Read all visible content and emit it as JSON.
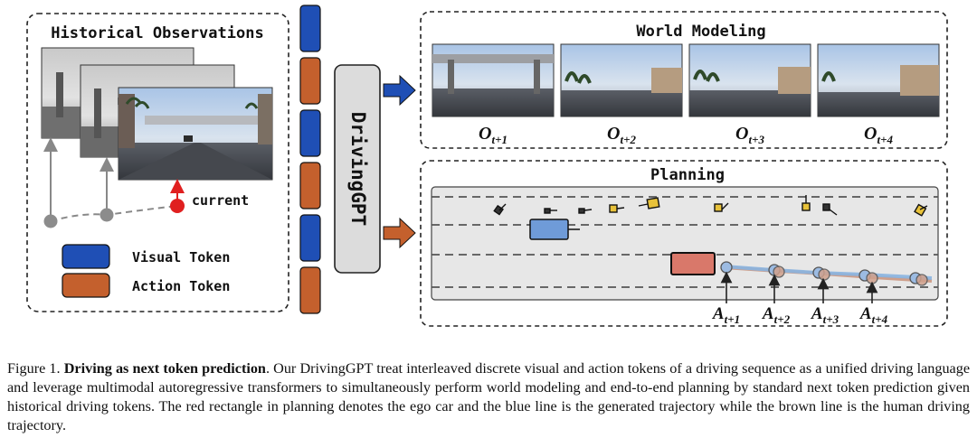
{
  "figure": {
    "history": {
      "title": "Historical Observations",
      "current_label": "current",
      "legend": [
        {
          "label": "Visual Token",
          "color": "#1f4fb5"
        },
        {
          "label": "Action Token",
          "color": "#c4602d"
        }
      ]
    },
    "model_label": "DrivingGPT",
    "world": {
      "title": "World Modeling",
      "frame_symbol": "O",
      "frame_subs": [
        "t+1",
        "t+2",
        "t+3",
        "t+4"
      ]
    },
    "planning": {
      "title": "Planning",
      "action_symbol": "A",
      "action_subs": [
        "t+1",
        "t+2",
        "t+3",
        "t+4"
      ]
    },
    "colors": {
      "visual_token": "#1f4fb5",
      "action_token": "#c4602d",
      "ego_car": "#d9786a",
      "other_car": "#6f9bd8",
      "current_marker": "#e02020",
      "generated_traj": "#8ab4e0",
      "human_traj": "#c9927a"
    }
  },
  "caption": {
    "prefix": "Figure 1. ",
    "bold": "Driving as next token prediction",
    "text": ". Our DrivingGPT treat interleaved discrete visual and action tokens of a driving sequence as a unified driving language and leverage multimodal autoregressive transformers to simultaneously perform world modeling and end-to-end planning by standard next token prediction given historical driving tokens. The red rectangle in planning denotes the ego car and the blue line is the generated trajectory while the brown line is the human driving trajectory."
  }
}
